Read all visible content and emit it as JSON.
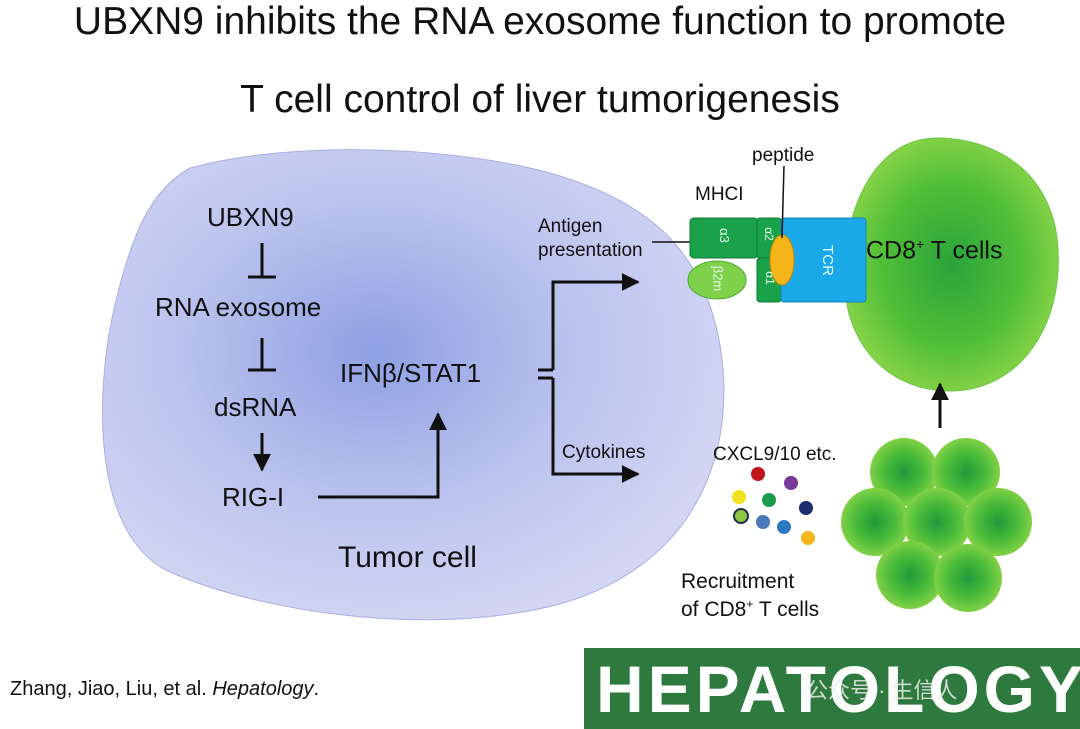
{
  "title": {
    "line1": "UBXN9 inhibits the RNA exosome function to promote",
    "line2": "T cell control of liver tumorigenesis"
  },
  "pathway": {
    "steps": [
      "UBXN9",
      "RNA exosome",
      "dsRNA",
      "RIG-I"
    ],
    "hub": "IFNβ/STAT1",
    "cell_label": "Tumor cell"
  },
  "outputs": {
    "antigen_line1": "Antigen",
    "antigen_line2": "presentation",
    "cytokines": "Cytokines"
  },
  "mhc": {
    "label": "MHCI",
    "peptide": "peptide",
    "alpha3": "α3",
    "alpha2": "α2",
    "alpha1": "α1",
    "beta2m": "β2m",
    "tcr": "TCR"
  },
  "tcell": {
    "label_main": "CD8",
    "label_sup": "+",
    "label_rest": " T cells"
  },
  "chemokines": {
    "label": "CXCL9/10 etc.",
    "colors": [
      "#c0161c",
      "#7a3a9a",
      "#f2e21b",
      "#1a9a4a",
      "#1d2d6e",
      "#8ec63f",
      "#4a78b8",
      "#2b7bc0",
      "#f2b51b"
    ]
  },
  "recruitment": {
    "line1": "Recruitment",
    "line2_main": "of CD8",
    "line2_sup": "+",
    "line2_rest": " T cells"
  },
  "citation": {
    "authors": "Zhang, Jiao, Liu, et al. ",
    "journal_italic": "Hepatology",
    "end": "."
  },
  "journal_logo": "HEPATOLOGY",
  "watermark": "公众号 · 生信人",
  "colors": {
    "cell_fill": "#c7cdf0",
    "cell_center": "#8f9fe3",
    "mhc_green": "#19a24a",
    "tcr_blue": "#1aa9e8",
    "peptide_yellow": "#f5b51a",
    "tcell_green": "#5cc23a",
    "journal_bg": "#2e7a3e"
  }
}
